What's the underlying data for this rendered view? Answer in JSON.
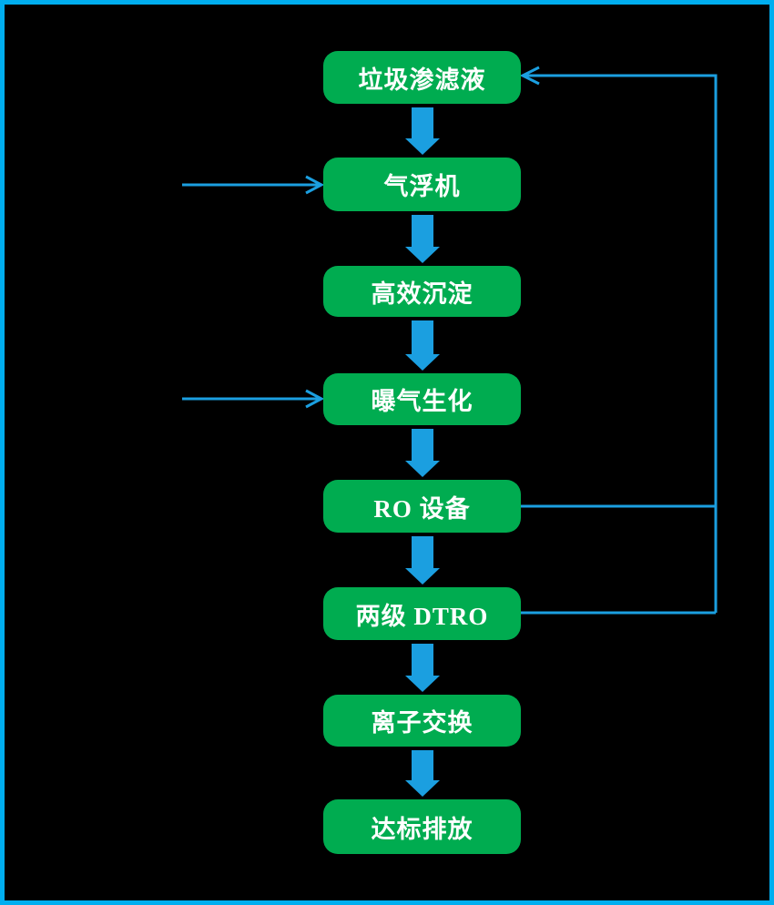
{
  "colors": {
    "background": "#000000",
    "frame_border": "#00AEEF",
    "node_fill": "#00AC50",
    "node_text": "#FFFFFF",
    "connector_blue": "#1B9FE0"
  },
  "flowchart": {
    "nodes": [
      {
        "label": "垃圾渗滤液"
      },
      {
        "label": "气浮机"
      },
      {
        "label": "高效沉淀"
      },
      {
        "label": "曝气生化"
      },
      {
        "label": "RO 设备"
      },
      {
        "label": "两级 DTRO"
      },
      {
        "label": "离子交换"
      },
      {
        "label": "达标排放"
      }
    ],
    "main_flow": [
      "垃圾渗滤液",
      "气浮机",
      "高效沉淀",
      "曝气生化",
      "RO 设备",
      "两级 DTRO",
      "离子交换",
      "达标排放"
    ],
    "recycle_edges": [
      {
        "from": "RO 设备",
        "to": "垃圾渗滤液"
      },
      {
        "from": "两级 DTRO",
        "to": "垃圾渗滤液"
      }
    ],
    "external_inputs": [
      {
        "to": "气浮机"
      },
      {
        "to": "曝气生化"
      }
    ]
  }
}
